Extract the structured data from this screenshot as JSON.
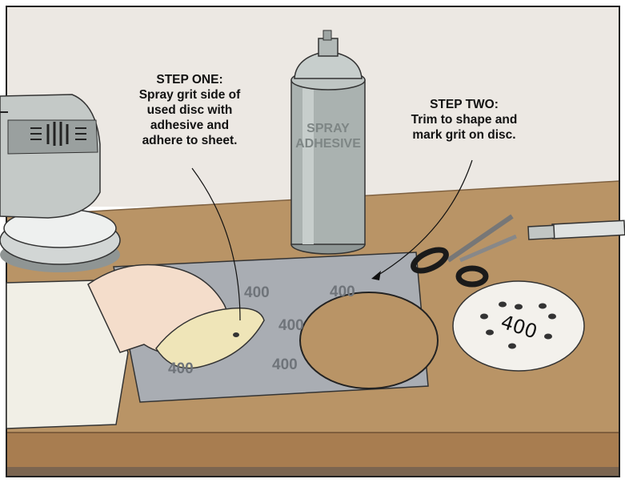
{
  "callouts": {
    "step_one": {
      "title": "STEP ONE:",
      "lines": [
        "Spray grit side of",
        "used disc with",
        "adhesive and",
        "adhere to sheet."
      ]
    },
    "step_two": {
      "title": "STEP TWO:",
      "lines": [
        "Trim to shape and",
        "mark grit on disc."
      ]
    }
  },
  "can_label": {
    "line1": "SPRAY",
    "line2": "ADHESIVE"
  },
  "sheet_grit_labels": [
    "400",
    "400",
    "400",
    "400",
    "400"
  ],
  "disc_label": "400",
  "colors": {
    "wall": "#ece8e3",
    "bench_top": "#b99466",
    "bench_front": "#a87d50",
    "sheet": "#a9adb3",
    "can_body": "#aab2b0",
    "sleeve": "#f1efe6",
    "skin": "#f4ddcb",
    "sandpaper_back": "#efe5b8",
    "disc": "#f3f1ec",
    "scissor_handles": "#1a1a1a",
    "sander": "#c4c9c7"
  }
}
